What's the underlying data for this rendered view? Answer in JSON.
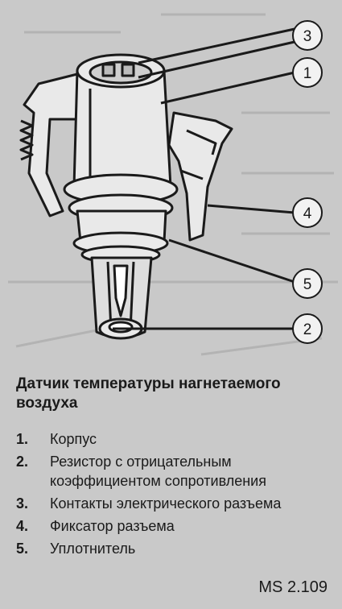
{
  "callouts": [
    "3",
    "1",
    "4",
    "5",
    "2"
  ],
  "caption": "Датчик температуры нагнетаемого воздуха",
  "legend": [
    {
      "num": "1.",
      "text": "Корпус"
    },
    {
      "num": "2.",
      "text": "Резистор с отрицательным коэффициентом сопротивления"
    },
    {
      "num": "3.",
      "text": "Контакты электрического разъема"
    },
    {
      "num": "4.",
      "text": "Фиксатор разъема"
    },
    {
      "num": "5.",
      "text": "Уплотнитель"
    }
  ],
  "figure_code": "MS 2.109",
  "colors": {
    "background": "#c9c9c9",
    "ink": "#1a1a1a",
    "metal": "#e9e9e9"
  }
}
